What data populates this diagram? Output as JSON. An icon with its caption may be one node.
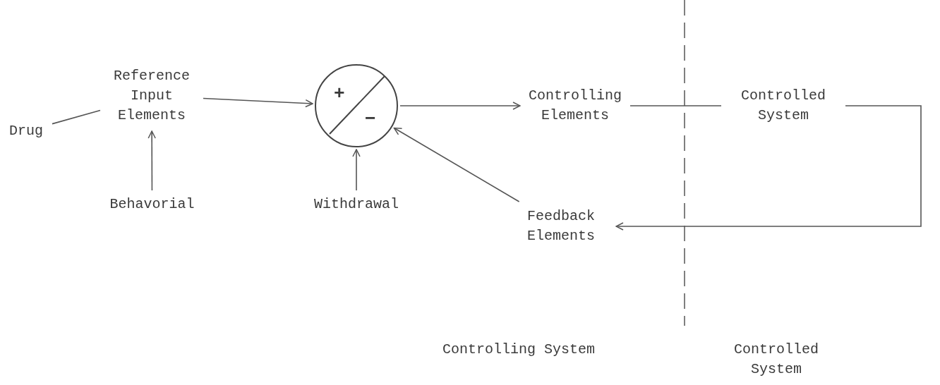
{
  "diagram": {
    "nodes": [
      {
        "text": [
          "Drug"
        ]
      },
      {
        "text": [
          "Reference Input Elements"
        ]
      },
      {
        "text": [
          "Behavorial"
        ]
      },
      {
        "text": [
          "+",
          "−"
        ]
      },
      {
        "text": [
          "Withdrawal"
        ]
      },
      {
        "text": [
          "Controlling Elements"
        ]
      },
      {
        "text": [
          "Controlled System"
        ]
      },
      {
        "text": [
          "Feedback Elements"
        ]
      }
    ],
    "edges": [
      {
        "from": 0,
        "to": 1,
        "arrow": "none"
      },
      {
        "from": 2,
        "to": 1,
        "arrow": "to"
      },
      {
        "from": 1,
        "to": 3,
        "arrow": "to"
      },
      {
        "from": 4,
        "to": 3,
        "arrow": "to"
      },
      {
        "from": 3,
        "to": 5,
        "arrow": "to"
      },
      {
        "from": 5,
        "to": 6,
        "arrow": "none"
      },
      {
        "from": 6,
        "to": 7,
        "arrow": "to"
      },
      {
        "from": 7,
        "to": 3,
        "arrow": "to"
      }
    ],
    "labels": [
      "Controlling System",
      "Controlled System"
    ]
  }
}
